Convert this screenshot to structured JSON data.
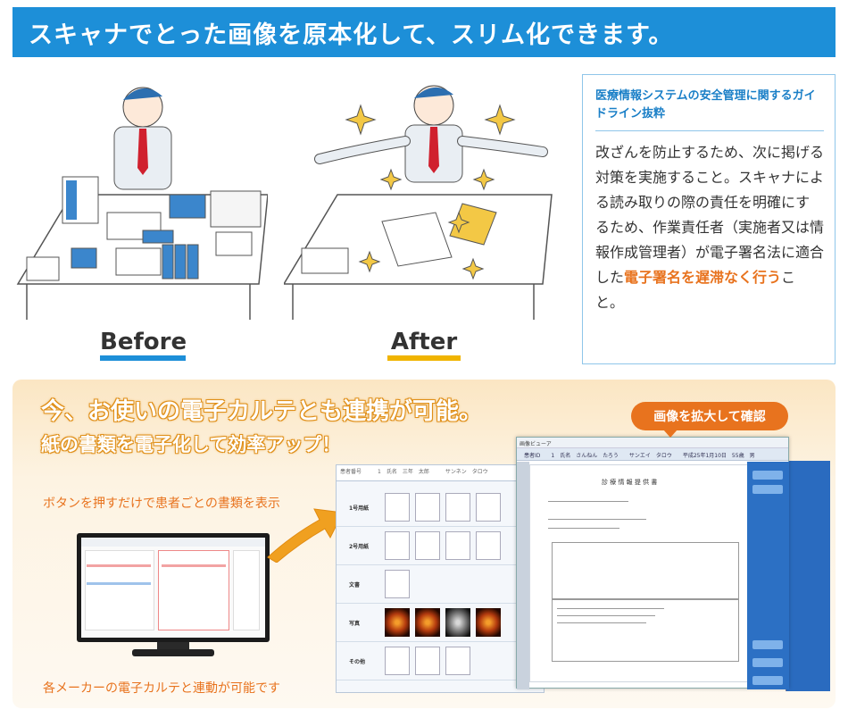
{
  "banner": {
    "title": "スキャナでとった画像を原本化して、スリム化できます。"
  },
  "illustrations": {
    "before_label": "Before",
    "after_label": "After"
  },
  "guideline": {
    "title": "医療情報システムの安全管理に関するガイドライン抜粋",
    "body_before": "改ざんを防止するため、次に掲げる対策を実施すること。スキャナによる読み取りの際の責任を明確にするため、作業責任者（実施者又は情報作成管理者）が電子署名法に適合した",
    "body_emphasis": "電子署名を遅滞なく行う",
    "body_after": "こと。"
  },
  "feature": {
    "headline1": "今、お使いの電子カルテとも連携が可能。",
    "headline2": "紙の書類を電子化して効率アップ！",
    "caption_top": "ボタンを押すだけで患者ごとの書類を表示",
    "caption_bottom": "各メーカーの電子カルテと連動が可能です",
    "bubble": "画像を拡大して確認"
  },
  "app_window": {
    "header": "患者番号　　　1　氏名　三年　太郎　　　サンネン　タロウ",
    "rows": [
      {
        "label": "1号用紙"
      },
      {
        "label": "2号用紙"
      },
      {
        "label": "文書"
      },
      {
        "label": "写真"
      },
      {
        "label": "その他"
      }
    ]
  },
  "viewer": {
    "title": "画像ビューア",
    "bar": "患者ID　　1　氏名　さんねん　たろう　　サンエイ　タロウ　　平成25年1月10日　55歳　男",
    "doc_title": "診 療 情 報 提 供 書"
  },
  "colors": {
    "banner": "#1d8fd8",
    "accent_orange": "#e8731e",
    "before_underline": "#1d8fd8",
    "after_underline": "#f0b400"
  }
}
